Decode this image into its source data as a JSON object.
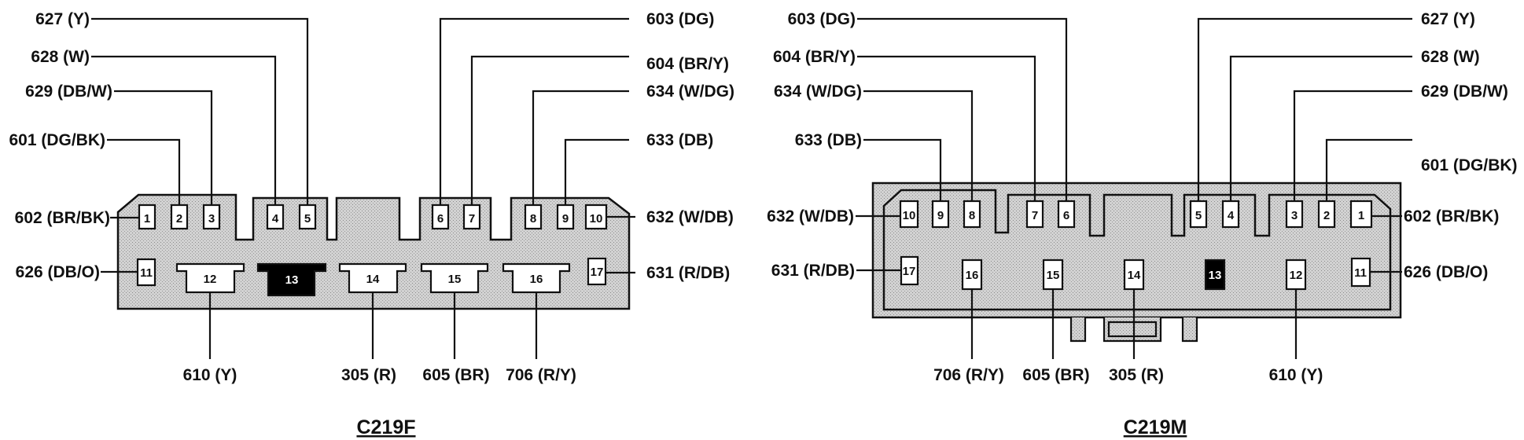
{
  "connectors": [
    {
      "id": "c219f",
      "title": "C219F",
      "bottom_wires": [
        {
          "pin": "12",
          "label": "610 (Y)"
        },
        {
          "pin": "14",
          "label": "305 (R)"
        },
        {
          "pin": "15",
          "label": "605 (BR)"
        },
        {
          "pin": "16",
          "label": "706 (R/Y)"
        }
      ],
      "left_wires": [
        {
          "pin": "3",
          "label": "629 (DB/W)"
        },
        {
          "pin": "5",
          "label": "627 (Y)"
        },
        {
          "pin": "4",
          "label": "628 (W)"
        },
        {
          "pin": "2",
          "label": "601 (DG/BK)"
        },
        {
          "pin": "1",
          "label": "602 (BR/BK)"
        },
        {
          "pin": "11",
          "label": "626 (DB/O)"
        }
      ],
      "right_wires": [
        {
          "pin": "6",
          "label": "603 (DG)"
        },
        {
          "pin": "7",
          "label": "604 (BR/Y)"
        },
        {
          "pin": "8",
          "label": "634 (W/DG)"
        },
        {
          "pin": "9",
          "label": "633 (DB)"
        },
        {
          "pin": "10",
          "label": "632 (W/DB)"
        },
        {
          "pin": "17",
          "label": "631 (R/DB)"
        }
      ],
      "pins_top_row": [
        "1",
        "2",
        "3",
        "4",
        "5",
        "6",
        "7",
        "8",
        "9",
        "10"
      ],
      "pins_bottom_row": [
        "11",
        "12",
        "13",
        "14",
        "15",
        "16",
        "17"
      ],
      "blocked_pin": "13"
    },
    {
      "id": "c219m",
      "title": "C219M",
      "bottom_wires": [
        {
          "pin": "16",
          "label": "706 (R/Y)"
        },
        {
          "pin": "15",
          "label": "605 (BR)"
        },
        {
          "pin": "14",
          "label": "305 (R)"
        },
        {
          "pin": "12",
          "label": "610 (Y)"
        }
      ],
      "left_wires": [
        {
          "pin": "6",
          "label": "603 (DG)"
        },
        {
          "pin": "7",
          "label": "604 (BR/Y)"
        },
        {
          "pin": "8",
          "label": "634 (W/DG)"
        },
        {
          "pin": "9",
          "label": "633 (DB)"
        },
        {
          "pin": "10",
          "label": "632 (W/DB)"
        },
        {
          "pin": "17",
          "label": "631 (R/DB)"
        }
      ],
      "right_wires": [
        {
          "pin": "5",
          "label": "627 (Y)"
        },
        {
          "pin": "4",
          "label": "628 (W)"
        },
        {
          "pin": "3",
          "label": "629 (DB/W)"
        },
        {
          "pin": "2",
          "label": "601 (DG/BK)"
        },
        {
          "pin": "1",
          "label": "602 (BR/BK)"
        },
        {
          "pin": "11",
          "label": "626 (DB/O)"
        }
      ],
      "pins_top_row": [
        "10",
        "9",
        "8",
        "7",
        "6",
        "5",
        "4",
        "3",
        "2",
        "1"
      ],
      "pins_bottom_row": [
        "17",
        "16",
        "15",
        "14",
        "13",
        "12",
        "11"
      ],
      "blocked_pin": "13"
    }
  ],
  "colors": {
    "background": "#ffffff",
    "line": "#111111",
    "housing_fill": "#c9c9c9",
    "pin_fill": "#ffffff",
    "blocked_pin_fill": "#000000"
  }
}
